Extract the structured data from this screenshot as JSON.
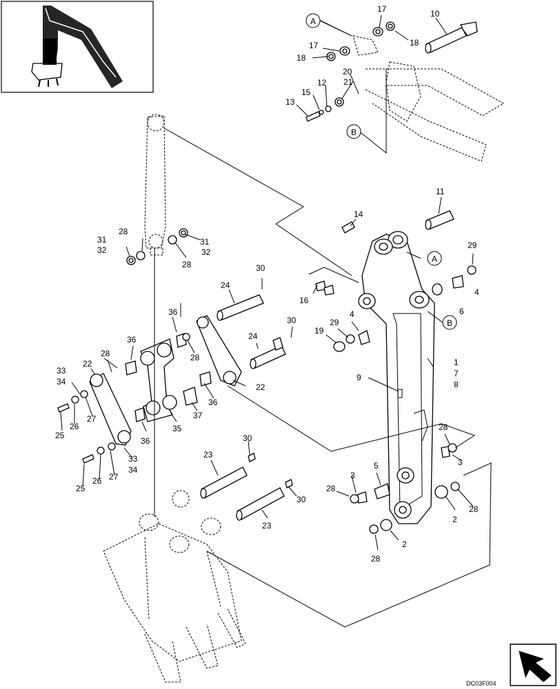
{
  "drawing_code": "DC03F004",
  "callouts": [
    {
      "id": "A",
      "text": "A"
    },
    {
      "id": "B",
      "text": "B"
    },
    {
      "id": "A2",
      "text": "A"
    },
    {
      "id": "B2",
      "text": "B"
    }
  ],
  "labels": [
    {
      "id": "l17a",
      "text": "17"
    },
    {
      "id": "l10",
      "text": "10"
    },
    {
      "id": "l18a",
      "text": "18"
    },
    {
      "id": "l17b",
      "text": "17"
    },
    {
      "id": "l18b",
      "text": "18"
    },
    {
      "id": "l20",
      "text": "20"
    },
    {
      "id": "l12",
      "text": "12"
    },
    {
      "id": "l21",
      "text": "21"
    },
    {
      "id": "l15",
      "text": "15"
    },
    {
      "id": "l13",
      "text": "13"
    },
    {
      "id": "l11",
      "text": "11"
    },
    {
      "id": "l14",
      "text": "14"
    },
    {
      "id": "l29a",
      "text": "29"
    },
    {
      "id": "l4a",
      "text": "4"
    },
    {
      "id": "l6",
      "text": "6"
    },
    {
      "id": "l31a",
      "text": "31"
    },
    {
      "id": "l32a",
      "text": "32"
    },
    {
      "id": "l28a",
      "text": "28"
    },
    {
      "id": "l31b",
      "text": "31"
    },
    {
      "id": "l32b",
      "text": "32"
    },
    {
      "id": "l28b",
      "text": "28"
    },
    {
      "id": "l30a",
      "text": "30"
    },
    {
      "id": "l24a",
      "text": "24"
    },
    {
      "id": "l16",
      "text": "16"
    },
    {
      "id": "l4b",
      "text": "4"
    },
    {
      "id": "l29b",
      "text": "29"
    },
    {
      "id": "l19",
      "text": "19"
    },
    {
      "id": "l36a",
      "text": "36"
    },
    {
      "id": "l36b",
      "text": "36"
    },
    {
      "id": "l30b",
      "text": "30"
    },
    {
      "id": "l24b",
      "text": "24"
    },
    {
      "id": "l28c",
      "text": "28"
    },
    {
      "id": "l28d",
      "text": "28"
    },
    {
      "id": "l22a",
      "text": "22"
    },
    {
      "id": "l33a",
      "text": "33"
    },
    {
      "id": "l34a",
      "text": "34"
    },
    {
      "id": "l22b",
      "text": "22"
    },
    {
      "id": "l1",
      "text": "1"
    },
    {
      "id": "l7",
      "text": "7"
    },
    {
      "id": "l8",
      "text": "8"
    },
    {
      "id": "l9",
      "text": "9"
    },
    {
      "id": "l36c",
      "text": "36"
    },
    {
      "id": "l37",
      "text": "37"
    },
    {
      "id": "l27a",
      "text": "27"
    },
    {
      "id": "l26a",
      "text": "26"
    },
    {
      "id": "l25a",
      "text": "25"
    },
    {
      "id": "l36d",
      "text": "36"
    },
    {
      "id": "l35",
      "text": "35"
    },
    {
      "id": "l28e",
      "text": "28"
    },
    {
      "id": "l30c",
      "text": "30"
    },
    {
      "id": "l33b",
      "text": "33"
    },
    {
      "id": "l34b",
      "text": "34"
    },
    {
      "id": "l23a",
      "text": "23"
    },
    {
      "id": "l27b",
      "text": "27"
    },
    {
      "id": "l26b",
      "text": "26"
    },
    {
      "id": "l25b",
      "text": "25"
    },
    {
      "id": "l3a",
      "text": "3"
    },
    {
      "id": "l5",
      "text": "5"
    },
    {
      "id": "l3b",
      "text": "3"
    },
    {
      "id": "l28f",
      "text": "28"
    },
    {
      "id": "l30d",
      "text": "30"
    },
    {
      "id": "l23b",
      "text": "23"
    },
    {
      "id": "l2a",
      "text": "2"
    },
    {
      "id": "l28g",
      "text": "28"
    },
    {
      "id": "l2b",
      "text": "2"
    },
    {
      "id": "l28h",
      "text": "28"
    }
  ]
}
